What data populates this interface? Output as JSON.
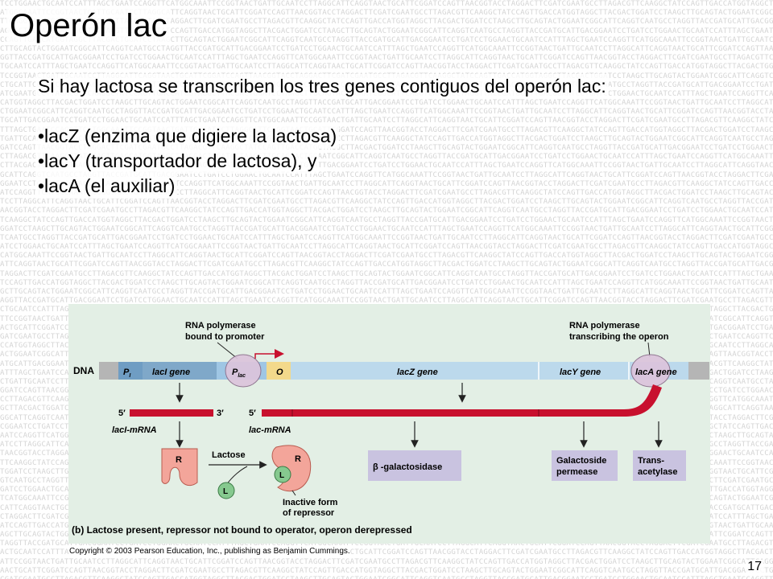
{
  "background": {
    "dna_text": "TCCTGGAACTGCAATCCATTTAGCTGAATCCAGGTTCATGGCAAATTCCGGTAACTGATTGCAATCCTTAGGCATTCAGGTAACTGCATTCGGATCCAGTTAACGGTACCTAGGACTTCGATCGAATGCCTTAGACGTTCAAGGCTATCCAGTTGACCATGGTAGGCTTACGACTGGATCCTAAGCTTGCAGTACTGGAATCGGCATTCAGGTCAATGCCTAGGTTACCGATGCATTGACGGAATCCTGA",
    "color": "#d4d4d4"
  },
  "slide": {
    "title": "Operón lac",
    "intro": "Si hay lactosa se transcriben los tres genes contiguos del operón lac:",
    "bullets": [
      "•lacZ (enzima que digiere la lactosa)",
      "•lacY (transportador de lactosa), y",
      "•lacA (el auxiliar)"
    ],
    "page_number": "17"
  },
  "figure": {
    "background_color": "#e3efe5",
    "label_polymerase_promoter_1": "RNA polymerase",
    "label_polymerase_promoter_2": "bound to promoter",
    "label_polymerase_transcribing_1": "RNA polymerase",
    "label_polymerase_transcribing_2": "transcribing the operon",
    "dna_label": "DNA",
    "segments": {
      "p_i": "P",
      "p_i_sub": "I",
      "laci": "lacI gene",
      "p_lac": "P",
      "p_lac_sub": "lac",
      "operator": "O",
      "lacz": "lacZ gene",
      "lacy": "lacY gene",
      "laca": "lacA gene"
    },
    "five_prime": "5′",
    "three_prime": "3′",
    "laci_mrna": "lacI-mRNA",
    "lac_mrna": "lac-mRNA",
    "repressor_label": "R",
    "lactose_label": "Lactose",
    "inducer_label": "L",
    "inactive_1": "Inactive form",
    "inactive_2": "of repressor",
    "product_galactosidase": "β -galactosidase",
    "product_permease_1": "Galactoside",
    "product_permease_2": "permease",
    "product_transacetylase_1": "Trans-",
    "product_transacetylase_2": "acetylase",
    "caption_letter": "(b)",
    "caption": " Lactose present, repressor not bound to operator, operon derepressed",
    "copyright": "Copyright © 2003 Pearson Education, Inc., publishing as Benjamin Cummings.",
    "colors": {
      "mrna": "#c8102e",
      "laci_gene": "#7fa8c9",
      "promoter": "#9fc6e4",
      "operator": "#f3d98b",
      "gene": "#bcd9ec",
      "polymerase": "#dcc4dc",
      "repressor": "#f3a59a",
      "inducer": "#86c98f",
      "product_box": "#c9c3e0"
    }
  }
}
